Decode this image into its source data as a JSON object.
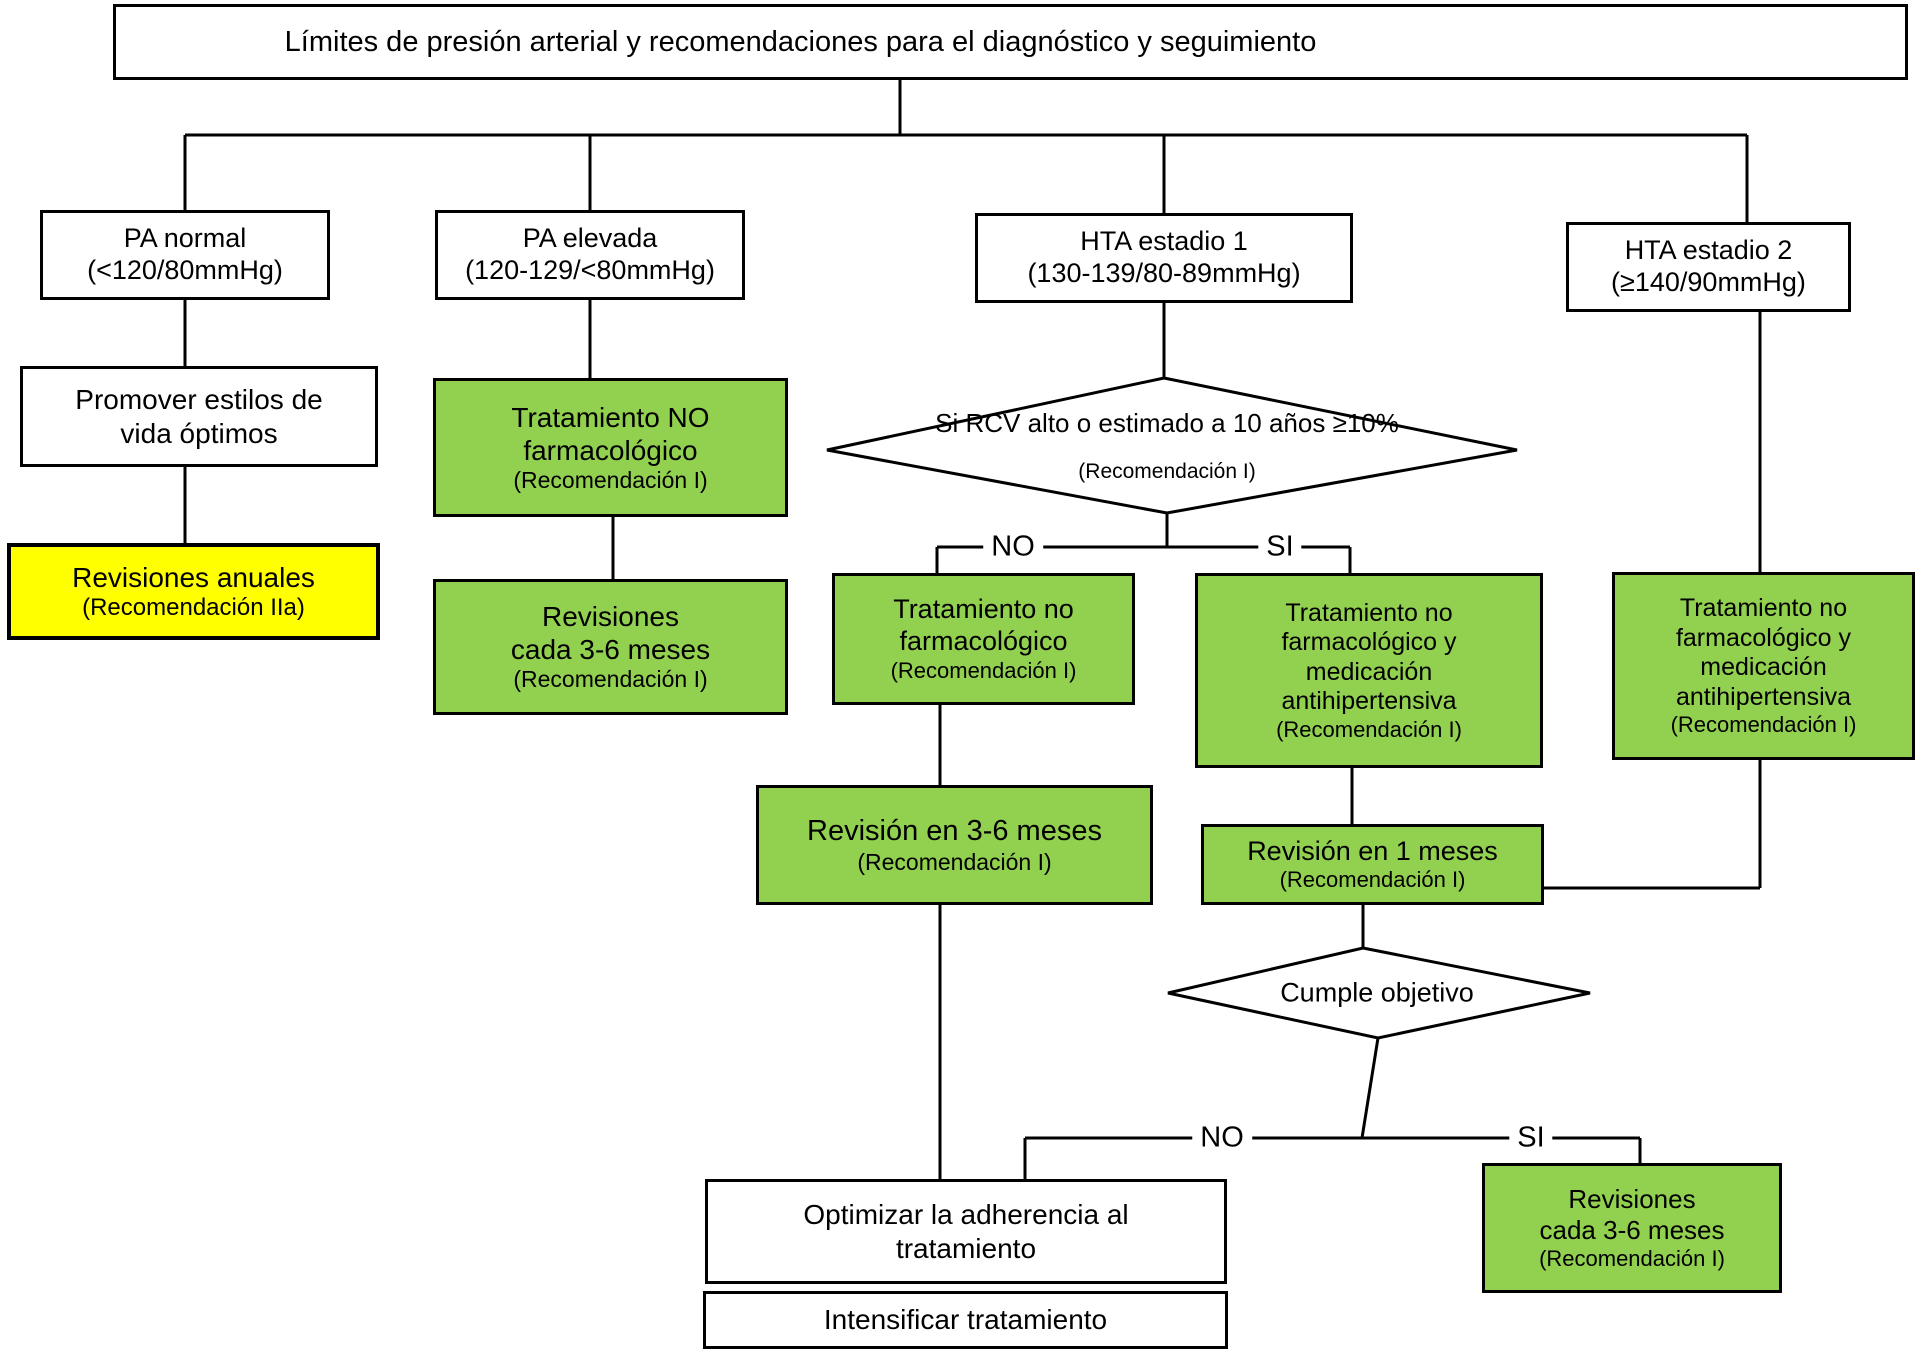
{
  "title": "Límites de presión arterial y recomendaciones para el diagnóstico y seguimiento",
  "colors": {
    "green": "#92D050",
    "yellow": "#FFFF00",
    "box_background": "#FFFFFF",
    "line": "#000000"
  },
  "labels": {
    "no_rcv": "NO",
    "si_rcv": "SI",
    "no_objetivo": "NO",
    "si_objetivo": "SI"
  },
  "nodes": {
    "pa_normal": {
      "main": "PA normal\n(<120/80mmHg)"
    },
    "pa_elevada": {
      "main": "PA elevada\n(120-129/<80mmHg)"
    },
    "hta_estadio_1": {
      "main": "HTA estadio 1\n(130-139/80-89mmHg)"
    },
    "hta_estadio_2": {
      "main": "HTA estadio 2\n(≥140/90mmHg)"
    },
    "promover": {
      "main": "Promover estilos de\nvida óptimos"
    },
    "revisiones_anuales": {
      "main": "Revisiones anuales",
      "sub": "(Recomendación IIa)"
    },
    "tratamiento_no_farmacologico": {
      "main": "Tratamiento NO\nfarmacológico",
      "sub": "(Recomendación I)"
    },
    "revisiones_cada_3_6": {
      "main": "Revisiones\ncada 3-6 meses",
      "sub": "(Recomendación I)"
    },
    "decision_rcv": {
      "main": "Si RCV alto o estimado a 10 años ≥10%",
      "sub": "(Recomendación I)"
    },
    "tratamiento_no_farmacologico_2": {
      "main": "Tratamiento no\nfarmacológico",
      "sub": "(Recomendación I)"
    },
    "tratamiento_farm_medicacion_si": {
      "main": "Tratamiento no\nfarmacológico y\nmedicación\nantihipertensiva",
      "sub": "(Recomendación I)"
    },
    "tratamiento_farm_medicacion_hta2": {
      "main": "Tratamiento no\nfarmacológico y\nmedicación\nantihipertensiva",
      "sub": "(Recomendación I)"
    },
    "revision_3_6_meses": {
      "main": "Revisión en 3-6 meses",
      "sub": "(Recomendación I)"
    },
    "revision_1_mes": {
      "main": "Revisión en 1 meses",
      "sub": "(Recomendación I)"
    },
    "decision_cumple": {
      "main": "Cumple objetivo"
    },
    "optimizar": {
      "main": "Optimizar la adherencia al\ntratamiento"
    },
    "intensificar": {
      "main": "Intensificar tratamiento"
    },
    "revisiones_finales": {
      "main": "Revisiones\ncada 3-6 meses",
      "sub": "(Recomendación I)"
    }
  }
}
